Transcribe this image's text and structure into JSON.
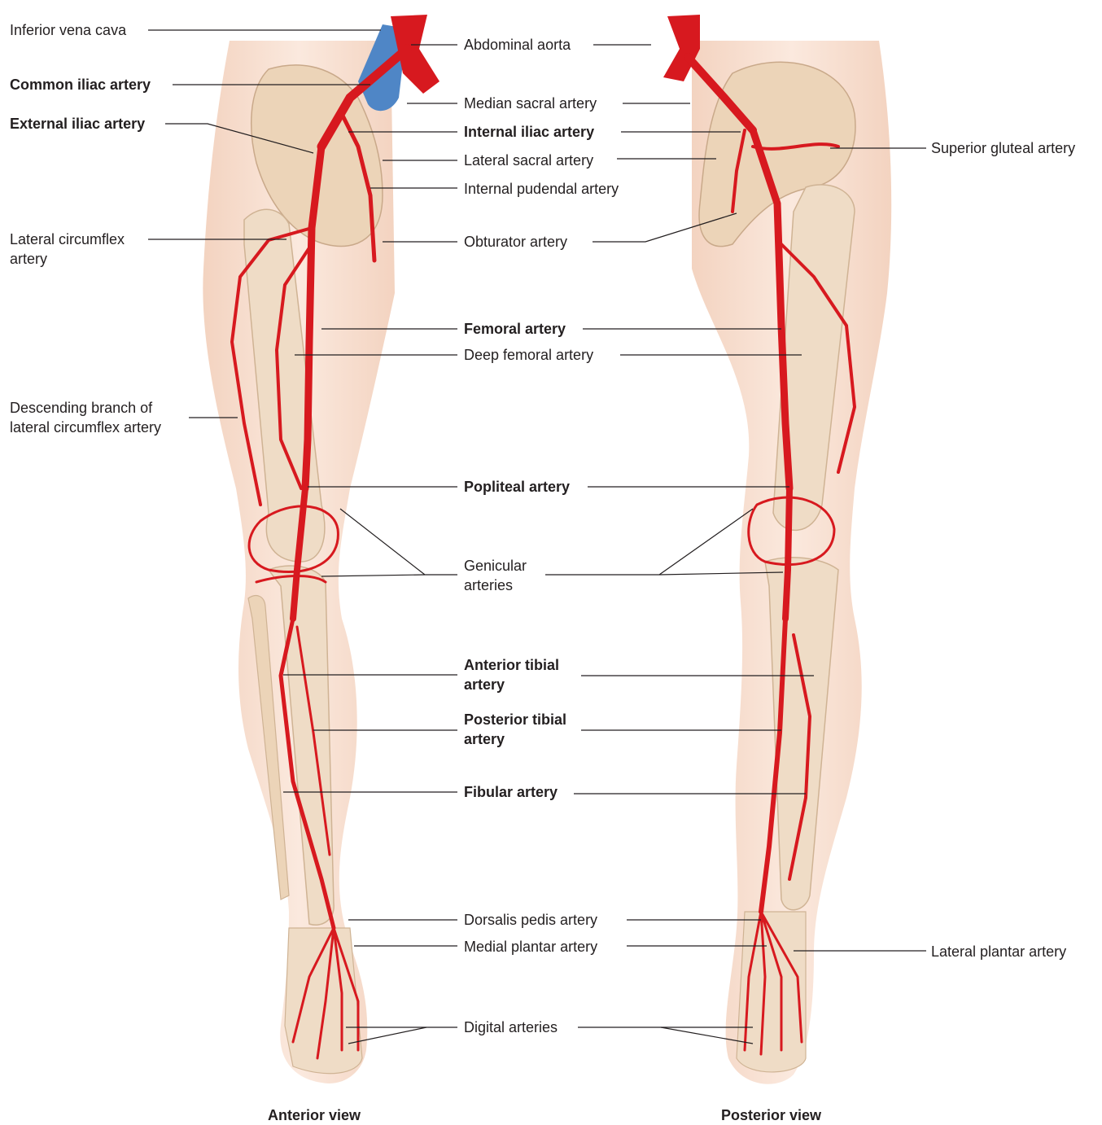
{
  "labels": {
    "inferior_vena_cava": "Inferior vena cava",
    "common_iliac": "Common iliac artery",
    "external_iliac": "External iliac artery",
    "lateral_circumflex": "Lateral circumflex artery",
    "descending_branch": "Descending branch of lateral circumflex artery",
    "abdominal_aorta": "Abdominal aorta",
    "median_sacral": "Median sacral artery",
    "internal_iliac": "Internal iliac artery",
    "lateral_sacral": "Lateral sacral artery",
    "internal_pudendal": "Internal pudendal artery",
    "obturator": "Obturator artery",
    "femoral": "Femoral artery",
    "deep_femoral": "Deep femoral artery",
    "popliteal": "Popliteal artery",
    "genicular": "Genicular arteries",
    "anterior_tibial": "Anterior tibial artery",
    "posterior_tibial": "Posterior tibial artery",
    "fibular": "Fibular artery",
    "dorsalis_pedis": "Dorsalis pedis artery",
    "medial_plantar": "Medial plantar artery",
    "digital": "Digital arteries",
    "superior_gluteal": "Superior gluteal artery",
    "lateral_plantar": "Lateral plantar artery"
  },
  "captions": {
    "anterior": "Anterior view",
    "posterior": "Posterior view"
  },
  "colors": {
    "artery": "#d7191f",
    "vein": "#4f86c6",
    "skin": "#f6dccb",
    "bone": "#ead2b6",
    "leader": "#231f20"
  }
}
